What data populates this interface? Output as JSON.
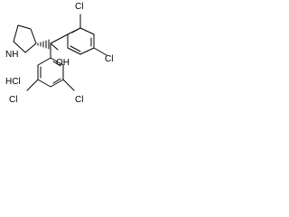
{
  "molecule": {
    "labels": {
      "nh": "NH",
      "oh": "OH",
      "hcl": "HCl",
      "cl_top_left": "Cl",
      "cl_top_right": "Cl",
      "cl_bottom_left": "Cl",
      "cl_bottom_right": "Cl"
    }
  }
}
